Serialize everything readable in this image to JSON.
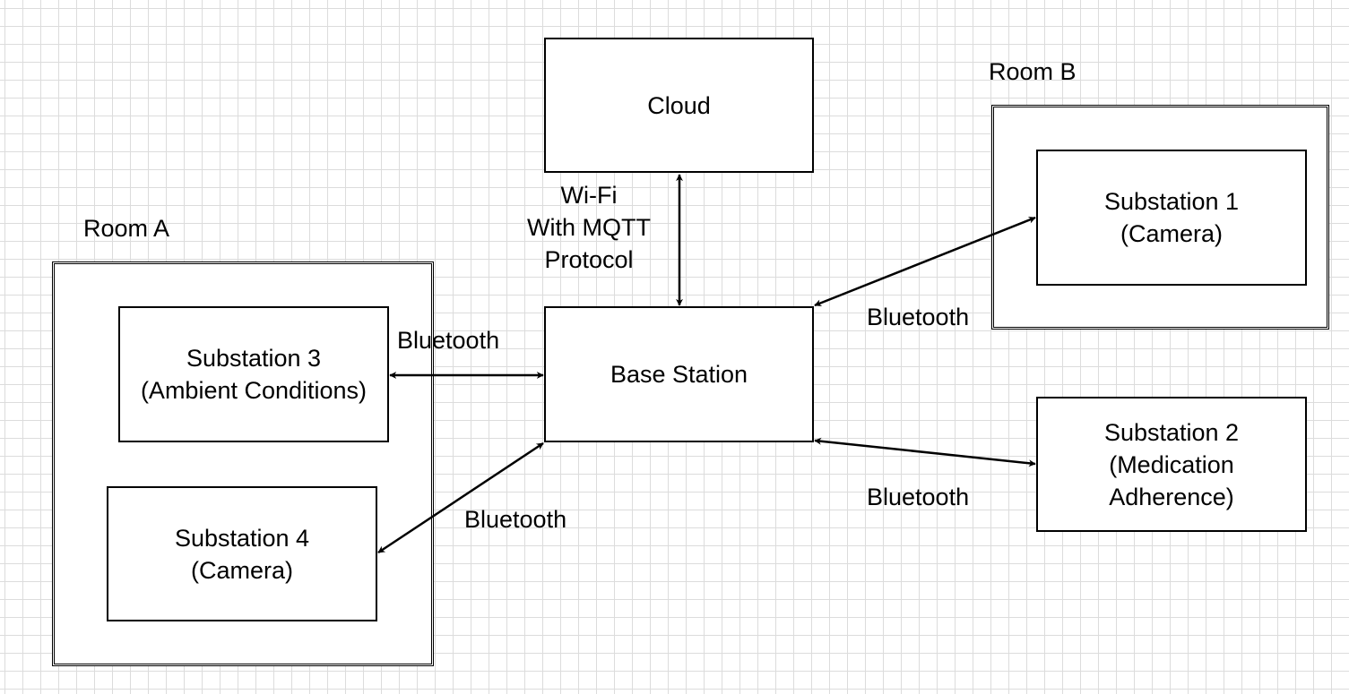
{
  "rooms": {
    "room_a": {
      "label": "Room A"
    },
    "room_b": {
      "label": "Room B"
    }
  },
  "nodes": {
    "cloud": {
      "lines": [
        "Cloud"
      ]
    },
    "base_station": {
      "lines": [
        "Base Station"
      ]
    },
    "substation_1": {
      "lines": [
        "Substation 1",
        "(Camera)"
      ]
    },
    "substation_2": {
      "lines": [
        "Substation 2",
        "(Medication",
        "Adherence)"
      ]
    },
    "substation_3": {
      "lines": [
        "Substation 3",
        "(Ambient Conditions)"
      ]
    },
    "substation_4": {
      "lines": [
        "Substation 4",
        "(Camera)"
      ]
    }
  },
  "edges": [
    {
      "from": "base_station",
      "to": "cloud",
      "label_lines": [
        "Wi-Fi",
        "With MQTT",
        "Protocol"
      ],
      "bidirectional": true
    },
    {
      "from": "substation_3",
      "to": "base_station",
      "label_lines": [
        "Bluetooth"
      ],
      "bidirectional": true
    },
    {
      "from": "substation_4",
      "to": "base_station",
      "label_lines": [
        "Bluetooth"
      ],
      "bidirectional": true
    },
    {
      "from": "base_station",
      "to": "substation_1",
      "label_lines": [
        "Bluetooth"
      ],
      "bidirectional": true
    },
    {
      "from": "base_station",
      "to": "substation_2",
      "label_lines": [
        "Bluetooth"
      ],
      "bidirectional": true
    }
  ]
}
